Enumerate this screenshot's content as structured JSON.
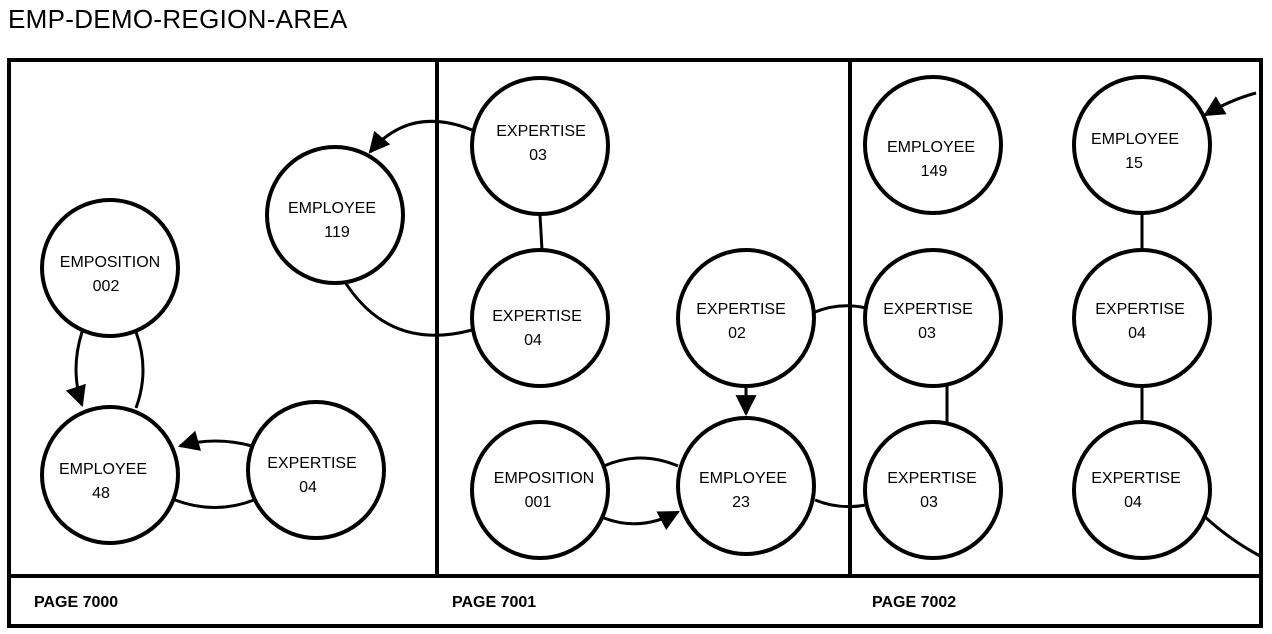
{
  "title": "EMP-DEMO-REGION-AREA",
  "pages": [
    {
      "label": "PAGE 7000"
    },
    {
      "label": "PAGE 7001"
    },
    {
      "label": "PAGE 7002"
    }
  ],
  "nodes": [
    {
      "id": "emposition-002",
      "type": "EMPOSITION",
      "num": "002"
    },
    {
      "id": "employee-48",
      "type": "EMPLOYEE",
      "num": "48"
    },
    {
      "id": "expertise-04-a",
      "type": "EXPERTISE",
      "num": "04"
    },
    {
      "id": "employee-119",
      "type": "EMPLOYEE",
      "num": "119"
    },
    {
      "id": "expertise-03-a",
      "type": "EXPERTISE",
      "num": "03"
    },
    {
      "id": "expertise-04-b",
      "type": "EXPERTISE",
      "num": "04"
    },
    {
      "id": "expertise-02",
      "type": "EXPERTISE",
      "num": "02"
    },
    {
      "id": "emposition-001",
      "type": "EMPOSITION",
      "num": "001"
    },
    {
      "id": "employee-23",
      "type": "EMPLOYEE",
      "num": "23"
    },
    {
      "id": "employee-149",
      "type": "EMPLOYEE",
      "num": "149"
    },
    {
      "id": "expertise-03-b",
      "type": "EXPERTISE",
      "num": "03"
    },
    {
      "id": "expertise-03-c",
      "type": "EXPERTISE",
      "num": "03"
    },
    {
      "id": "employee-15",
      "type": "EMPLOYEE",
      "num": "15"
    },
    {
      "id": "expertise-04-c",
      "type": "EXPERTISE",
      "num": "04"
    },
    {
      "id": "expertise-04-d",
      "type": "EXPERTISE",
      "num": "04"
    }
  ]
}
